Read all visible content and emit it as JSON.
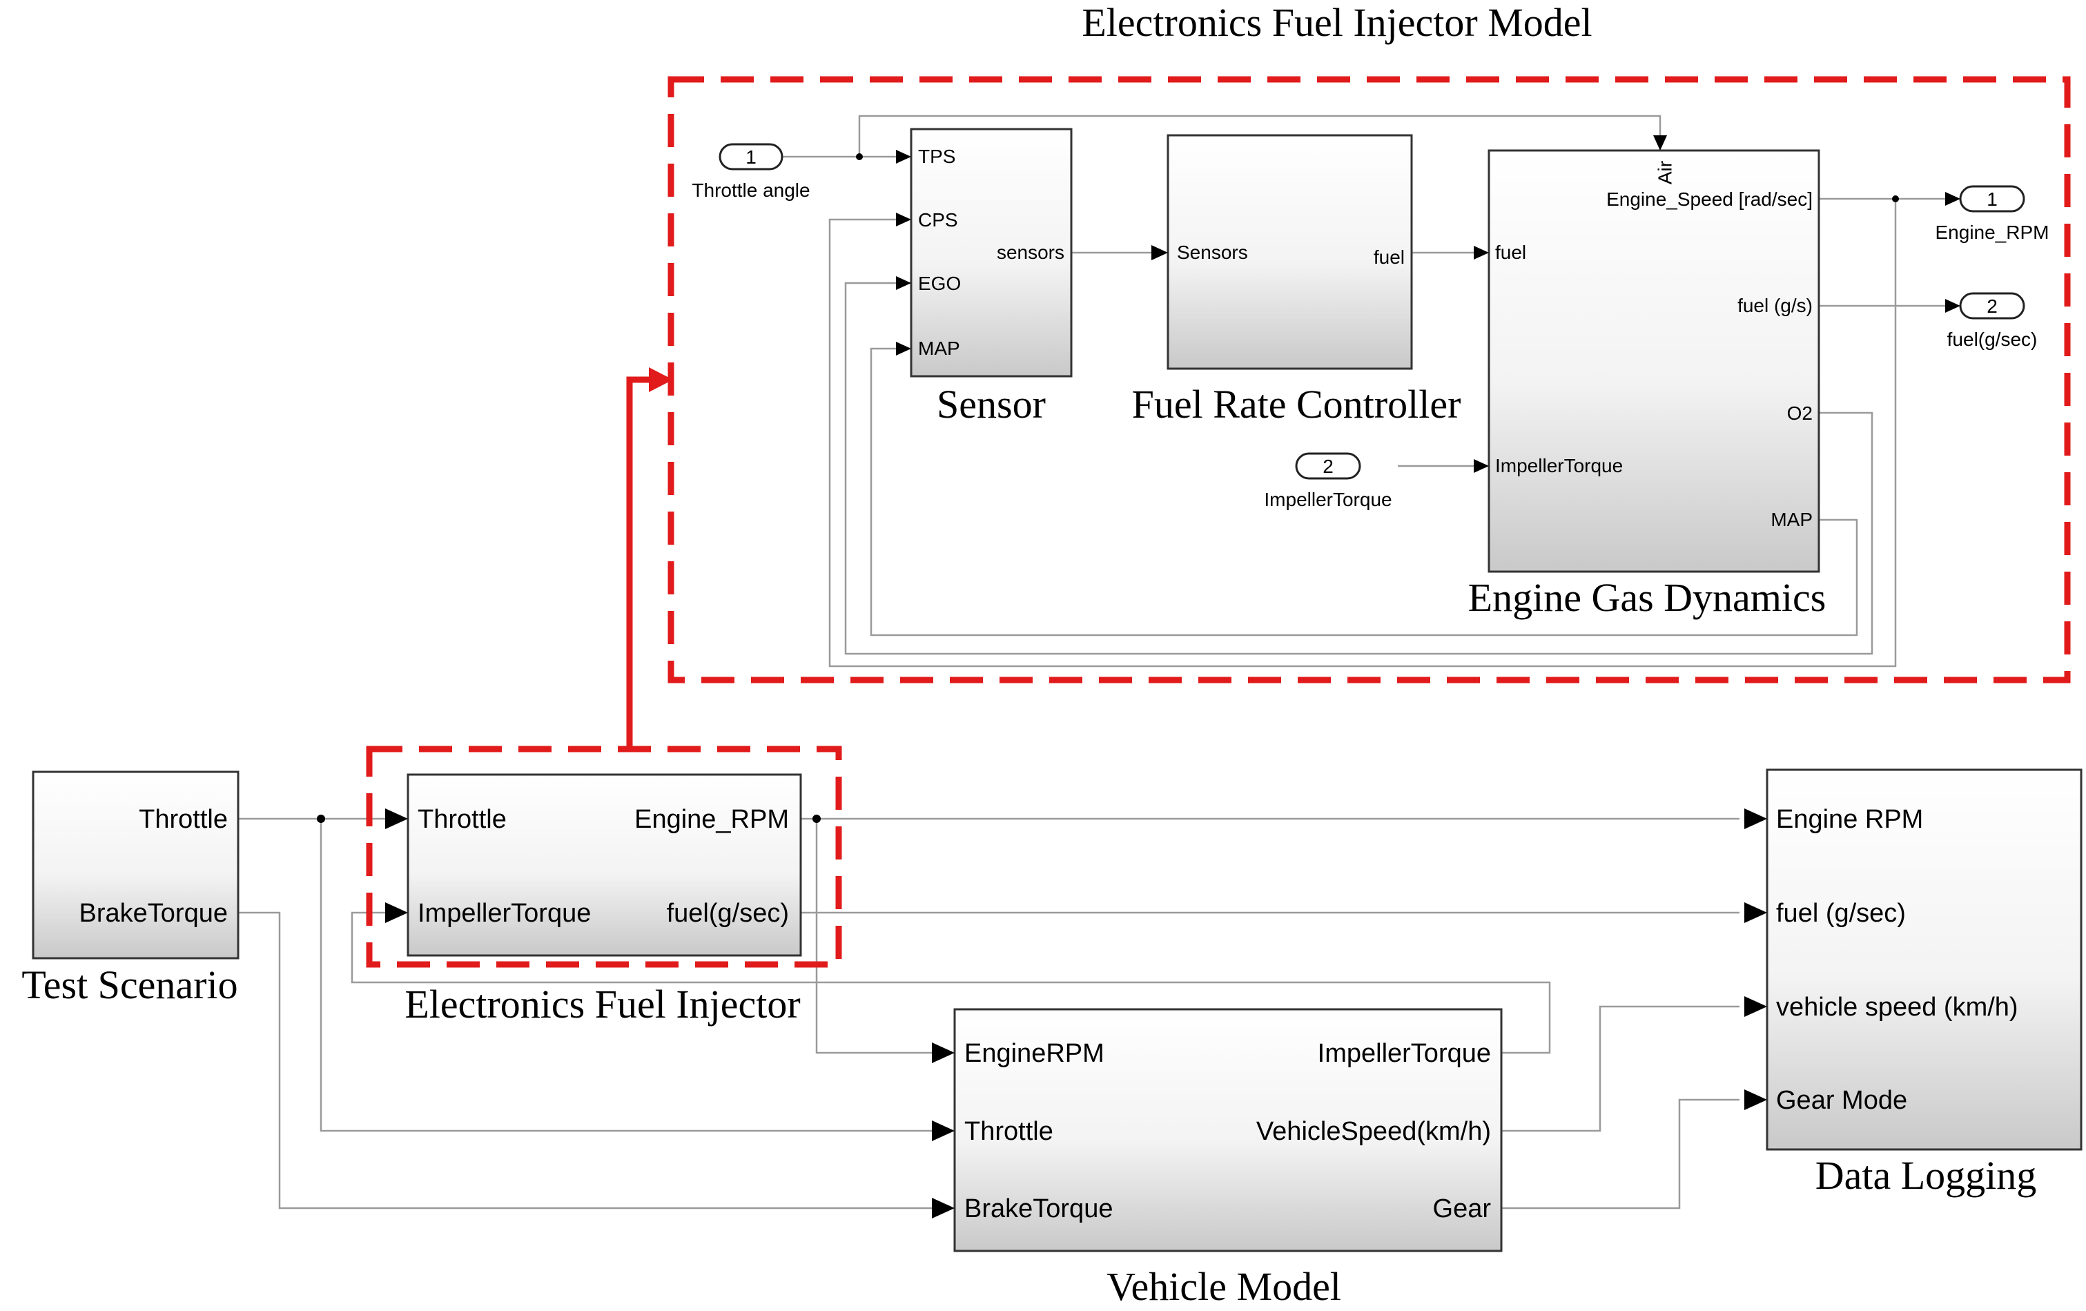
{
  "diagram_title": "Electronics Fuel Injector Model",
  "top": {
    "sensor": {
      "caption": "Sensor",
      "inputs": [
        "TPS",
        "CPS",
        "EGO",
        "MAP"
      ],
      "output": "sensors"
    },
    "fuel_rate_controller": {
      "caption": "Fuel Rate Controller",
      "input": "Sensors",
      "output": "fuel"
    },
    "engine_gas_dynamics": {
      "caption": "Engine Gas Dynamics",
      "top_input": "Air",
      "inputs": [
        "fuel",
        "ImpellerTorque"
      ],
      "outputs": [
        "Engine_Speed [rad/sec]",
        "fuel (g/s)",
        "O2",
        "MAP"
      ]
    },
    "inport_throttle": {
      "number": "1",
      "label": "Throttle angle"
    },
    "inport_impeller": {
      "number": "2",
      "label": "ImpellerTorque"
    },
    "outport_rpm": {
      "number": "1",
      "label": "Engine_RPM"
    },
    "outport_fuel": {
      "number": "2",
      "label": "fuel(g/sec)"
    }
  },
  "bottom": {
    "test_scenario": {
      "caption": "Test Scenario",
      "outputs": [
        "Throttle",
        "BrakeTorque"
      ]
    },
    "fuel_injector": {
      "caption": "Electronics Fuel Injector",
      "inputs": [
        "Throttle",
        "ImpellerTorque"
      ],
      "outputs": [
        "Engine_RPM",
        "fuel(g/sec)"
      ]
    },
    "vehicle_model": {
      "caption": "Vehicle Model",
      "inputs": [
        "EngineRPM",
        "Throttle",
        "BrakeTorque"
      ],
      "outputs": [
        "ImpellerTorque",
        "VehicleSpeed(km/h)",
        "Gear"
      ]
    },
    "data_logging": {
      "caption": "Data Logging",
      "inputs": [
        "Engine RPM",
        "fuel (g/sec)",
        "vehicle speed (km/h)",
        "Gear Mode"
      ]
    }
  },
  "colors": {
    "highlight": "#e11b1b",
    "wire": "#9a9a9a"
  }
}
